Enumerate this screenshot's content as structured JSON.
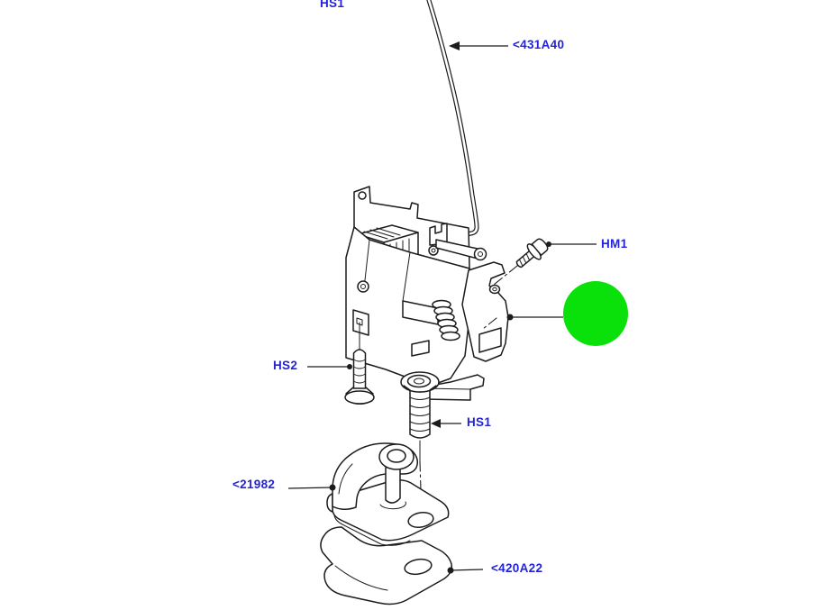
{
  "diagram": {
    "background_color": "#ffffff",
    "line_color": "#1c1c1c",
    "label_color": "#2323d7",
    "highlight_marker": {
      "type": "circle",
      "color": "#0ae00a"
    },
    "callouts": {
      "hs1_top": {
        "text": "HS1"
      },
      "rod": {
        "text": "<431A40"
      },
      "hm1": {
        "text": "HM1"
      },
      "hs2": {
        "text": "HS2"
      },
      "hs1_mid": {
        "text": "HS1"
      },
      "striker": {
        "text": "<21982"
      },
      "gasket": {
        "text": "<420A22"
      }
    }
  }
}
